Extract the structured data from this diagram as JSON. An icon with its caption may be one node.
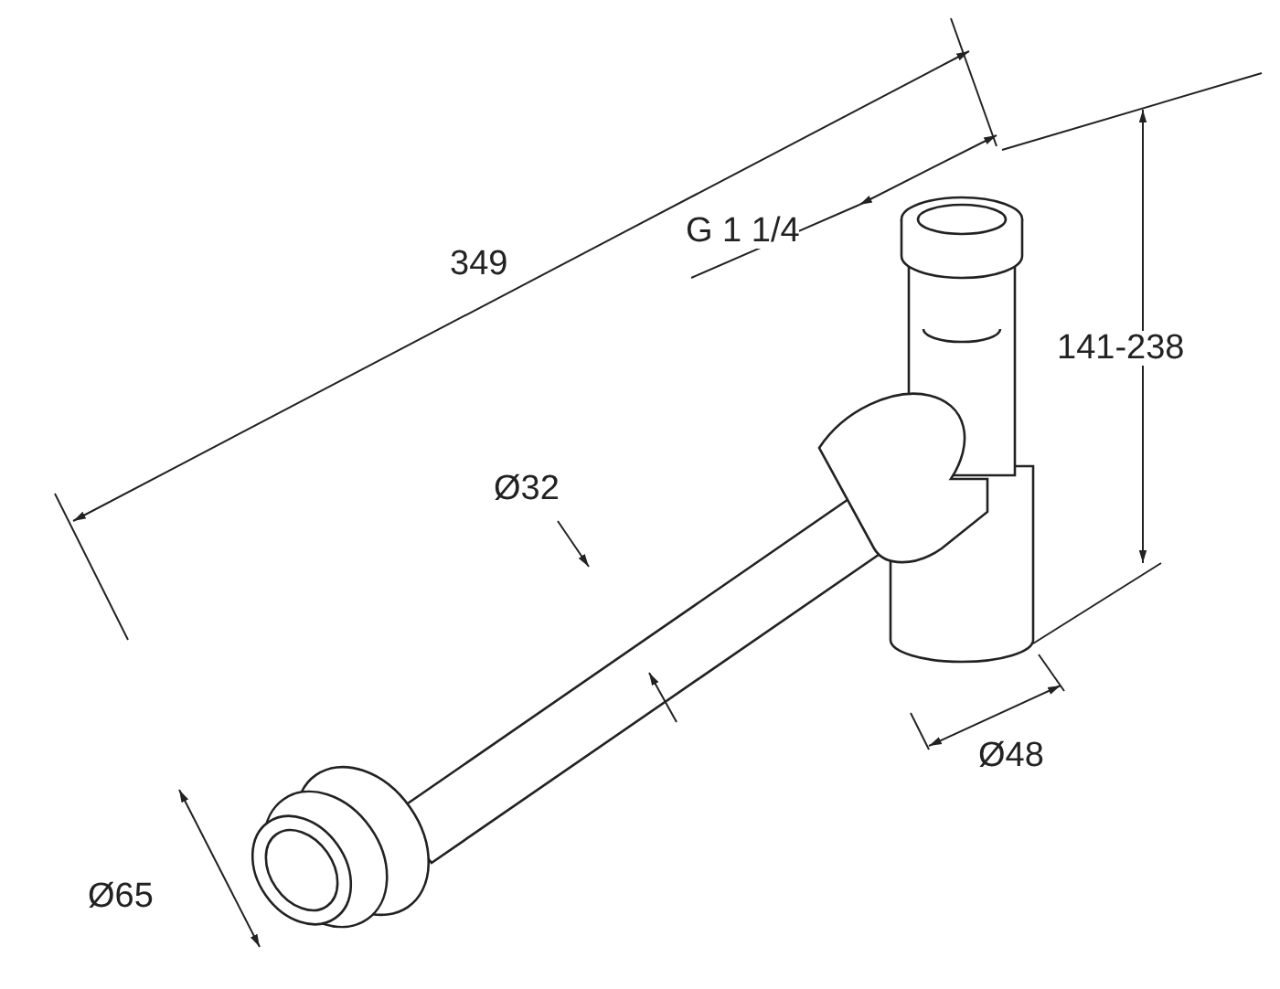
{
  "diagram": {
    "labels": [
      "349",
      "G 1 1/4",
      "141-238",
      "Ø32",
      "Ø48",
      "Ø65"
    ]
  }
}
